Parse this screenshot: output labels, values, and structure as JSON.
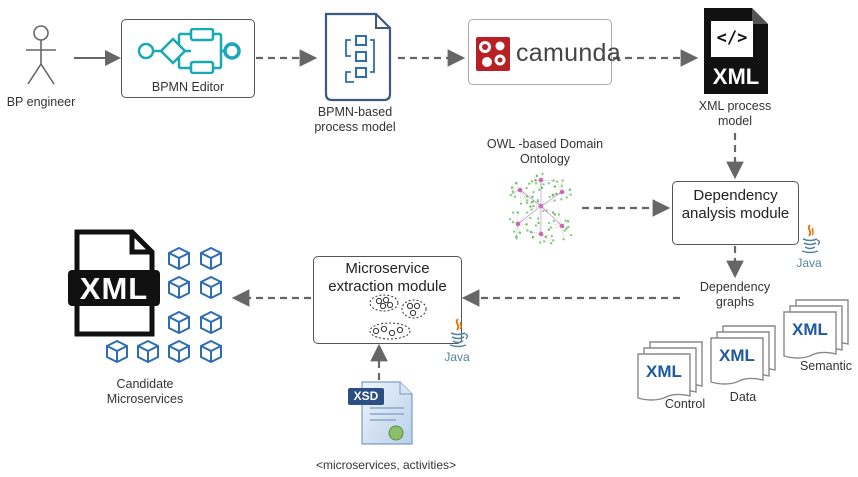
{
  "actor": {
    "label": "BP engineer"
  },
  "bpmn_editor": {
    "label": "BPMN Editor"
  },
  "bpmn_model": {
    "line1": "BPMN-based",
    "line2": "process model"
  },
  "camunda": {
    "label": "camunda"
  },
  "xml_process": {
    "badge": "XML",
    "code": "</>",
    "line1": "XML process",
    "line2": "model"
  },
  "ontology": {
    "line1": "OWL -based Domain",
    "line2": "Ontology"
  },
  "dependency_module": {
    "line1": "Dependency",
    "line2": "analysis module"
  },
  "java": {
    "label": "Java"
  },
  "dependency_graphs": {
    "line1": "Dependency",
    "line2": "graphs",
    "control": "Control",
    "data": "Data",
    "semantic": "Semantic",
    "badge": "XML"
  },
  "extraction_module": {
    "line1": "Microservice",
    "line2": "extraction module"
  },
  "candidate": {
    "badge": "XML",
    "line1": "Candidate",
    "line2": "Microservices"
  },
  "xsd": {
    "badge": "XSD",
    "caption": "<microservices, activities>"
  },
  "colors": {
    "cube": "#2f6db3",
    "camunda": "#b72025",
    "xml_blue": "#1e5aa0",
    "java": "#5382a1",
    "java_steam": "#e76f00"
  }
}
